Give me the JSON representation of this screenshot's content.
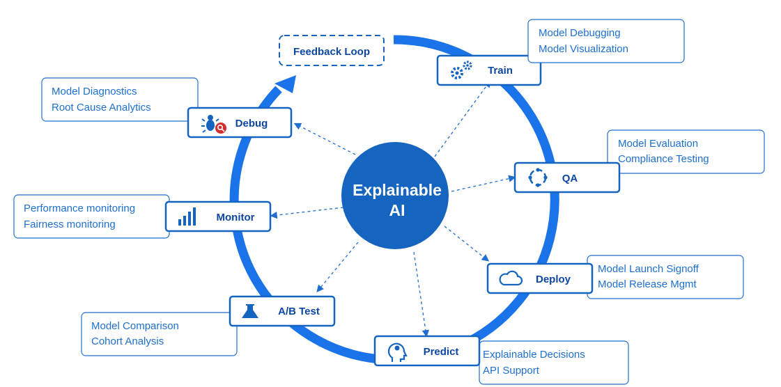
{
  "center": {
    "line1": "Explainable",
    "line2": "AI"
  },
  "feedback_loop": {
    "label": "Feedback Loop"
  },
  "stages": [
    {
      "id": "train",
      "label": "Train",
      "icon": "gears-icon",
      "details": [
        "Model Debugging",
        "Model Visualization"
      ]
    },
    {
      "id": "qa",
      "label": "QA",
      "icon": "target-icon",
      "details": [
        "Model Evaluation",
        "Compliance Testing"
      ]
    },
    {
      "id": "deploy",
      "label": "Deploy",
      "icon": "cloud-icon",
      "details": [
        "Model Launch Signoff",
        "Model Release Mgmt"
      ]
    },
    {
      "id": "predict",
      "label": "Predict",
      "icon": "head-brain-icon",
      "details": [
        "Explainable Decisions",
        "API  Support"
      ]
    },
    {
      "id": "abtest",
      "label": "A/B Test",
      "icon": "flask-icon",
      "details": [
        "Model Comparison",
        "Cohort Analysis"
      ]
    },
    {
      "id": "monitor",
      "label": "Monitor",
      "icon": "bar-chart-icon",
      "details": [
        "Performance monitoring",
        "Fairness monitoring"
      ]
    },
    {
      "id": "debug",
      "label": "Debug",
      "icon": "bug-search-icon",
      "details": [
        "Model Diagnostics",
        "Root Cause Analytics"
      ]
    }
  ],
  "colors": {
    "primary": "#1565c0",
    "ring": "#1a73e8",
    "text": "#1e6fd0",
    "accent_red": "#d32f2f"
  }
}
